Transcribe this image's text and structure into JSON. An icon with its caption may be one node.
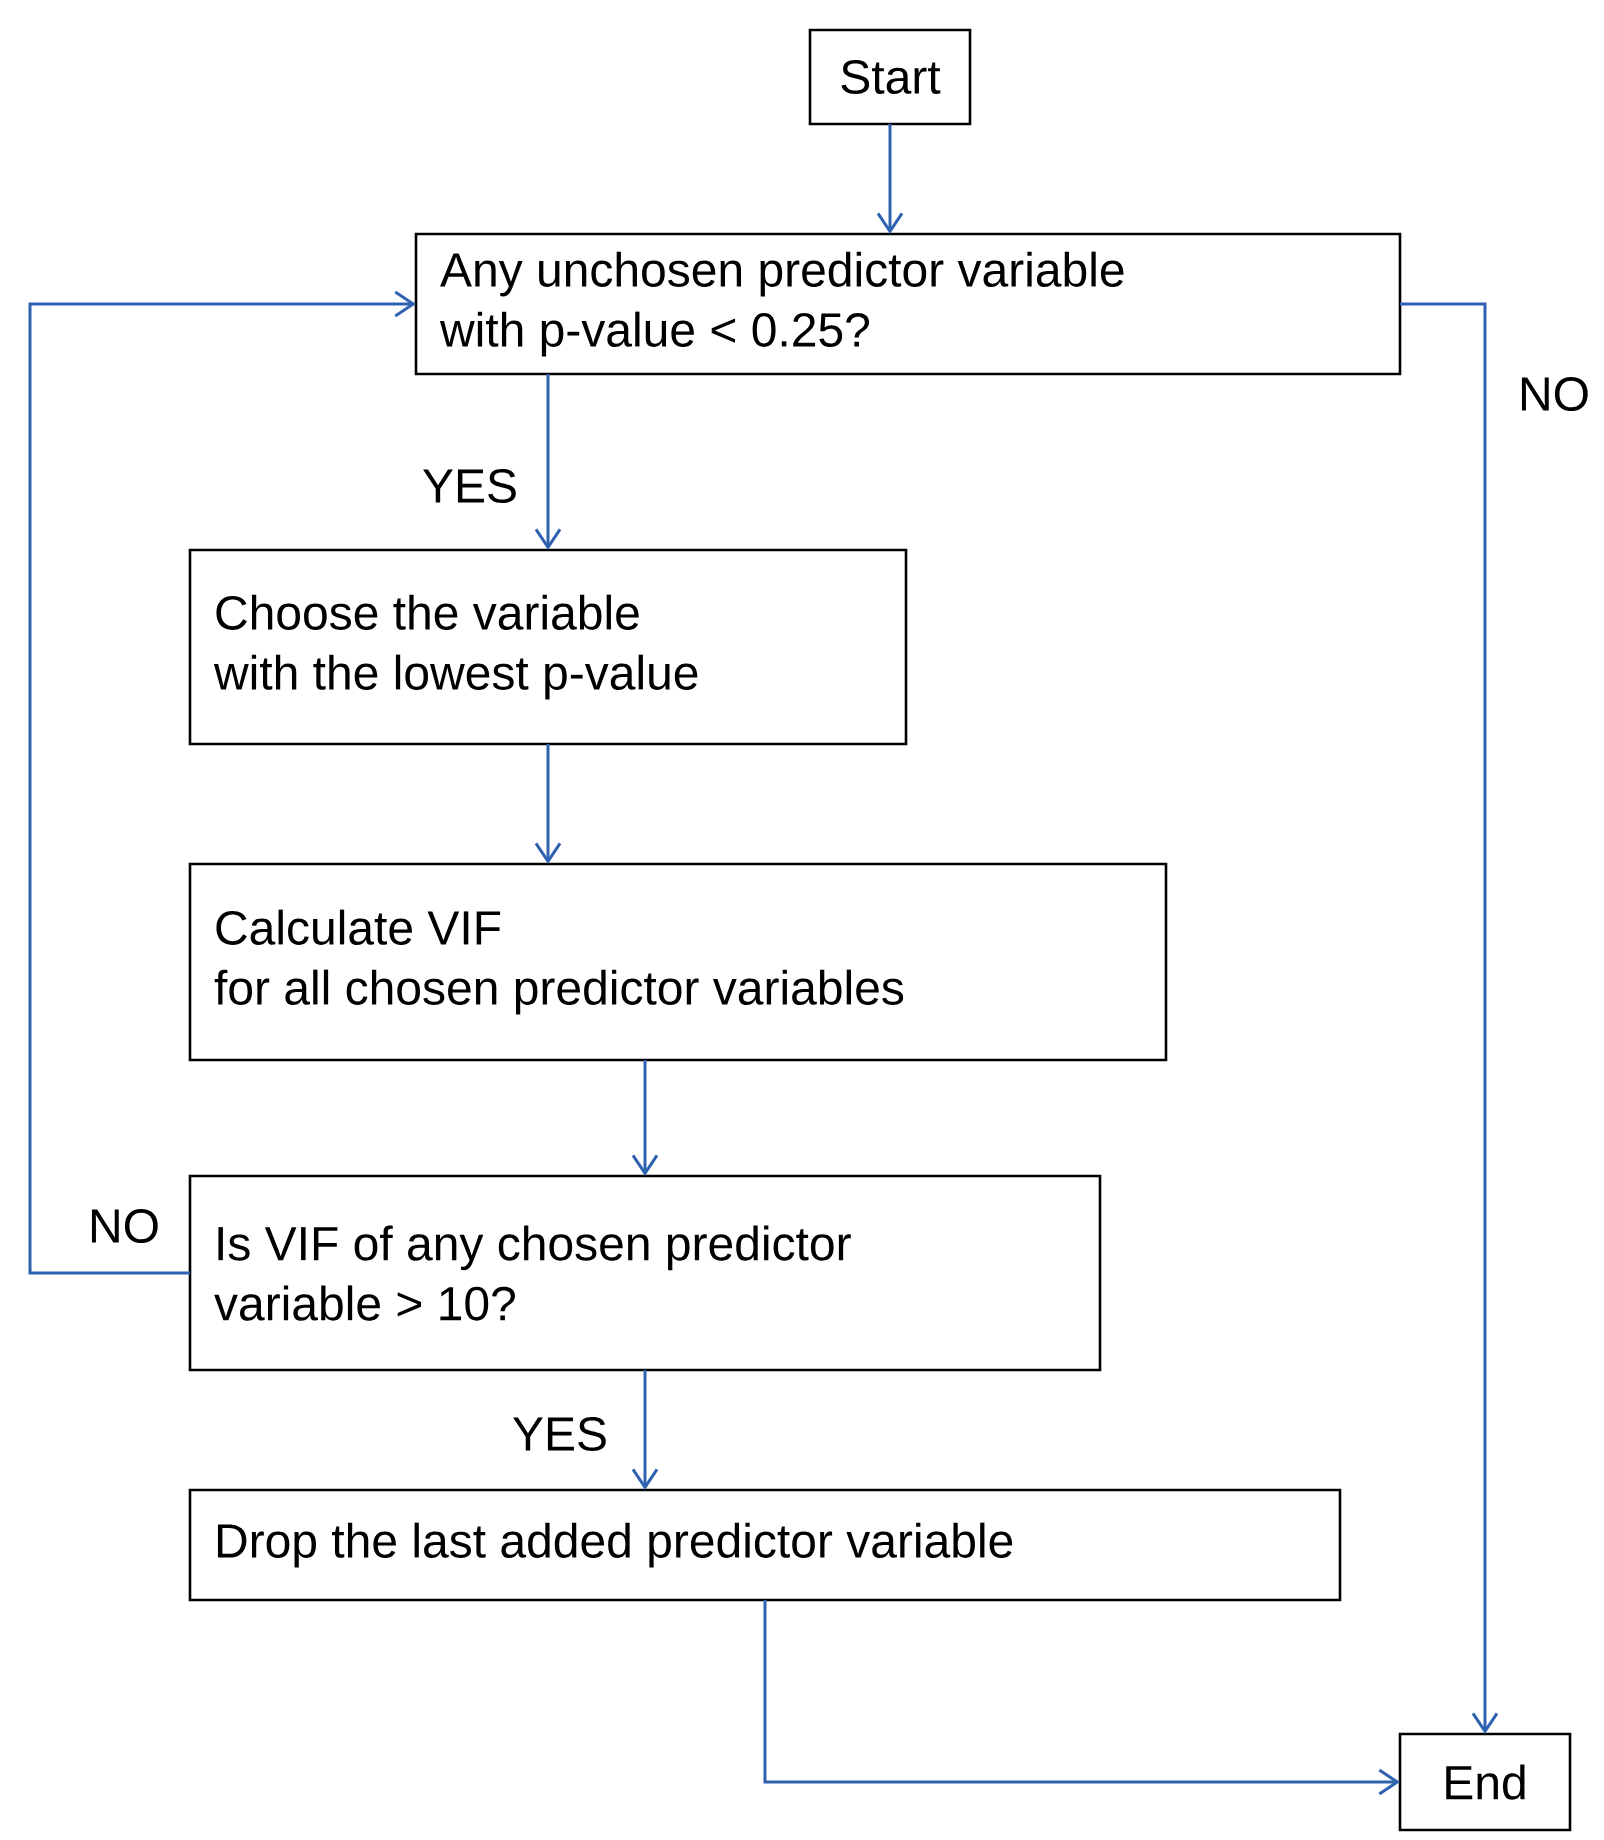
{
  "diagram": {
    "nodes": [
      {
        "text": [
          "Start"
        ]
      },
      {
        "text": [
          "Any unchosen predictor variable with p-value < 0.25?"
        ]
      },
      {
        "text": [
          "Choose the variable with the lowest p-value"
        ]
      },
      {
        "text": [
          "Calculate VIF",
          "for all chosen predictor variables"
        ]
      },
      {
        "text": [
          "Is VIF of any chosen predictor variable > 10?"
        ]
      },
      {
        "text": [
          "Drop the last added predictor variable"
        ]
      },
      {
        "text": [
          "End"
        ]
      }
    ],
    "edges": [
      {
        "from": 0,
        "to": 1,
        "arrow": "to"
      },
      {
        "from": 1,
        "to": 2,
        "arrow": "to",
        "label": "YES"
      },
      {
        "from": 2,
        "to": 3,
        "arrow": "to"
      },
      {
        "from": 3,
        "to": 4,
        "arrow": "to"
      },
      {
        "from": 4,
        "to": 5,
        "arrow": "to",
        "label": "YES"
      },
      {
        "from": 4,
        "to": 1,
        "arrow": "to",
        "label": "NO"
      },
      {
        "from": 1,
        "to": 6,
        "arrow": "to",
        "label": "NO"
      },
      {
        "from": 5,
        "to": 6,
        "arrow": "to"
      }
    ]
  }
}
